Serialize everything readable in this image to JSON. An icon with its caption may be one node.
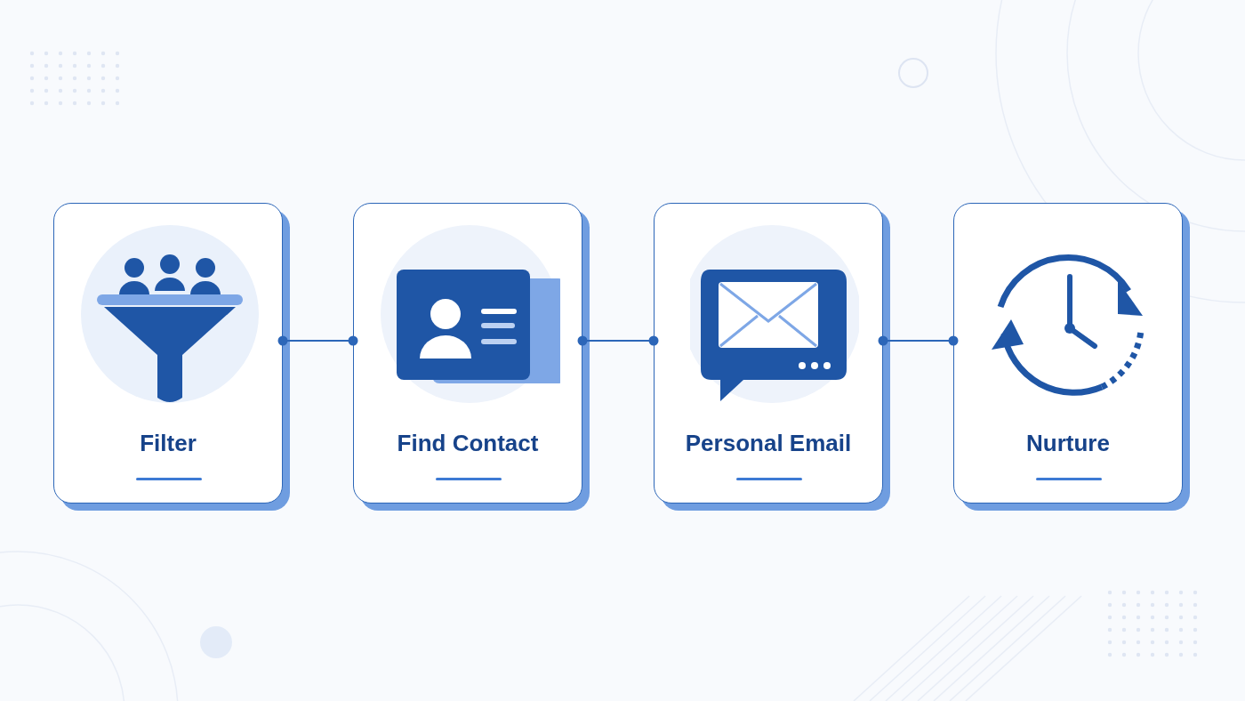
{
  "diagram": {
    "nodes": [
      {
        "text": [
          "Filter"
        ]
      },
      {
        "text": [
          "Find Contact"
        ]
      },
      {
        "text": [
          "Personal Email"
        ]
      },
      {
        "text": [
          "Nurture"
        ]
      }
    ],
    "edges": [
      {
        "from": 0,
        "to": 1,
        "arrow": "other"
      },
      {
        "from": 1,
        "to": 2,
        "arrow": "other"
      },
      {
        "from": 2,
        "to": 3,
        "arrow": "other"
      }
    ]
  }
}
